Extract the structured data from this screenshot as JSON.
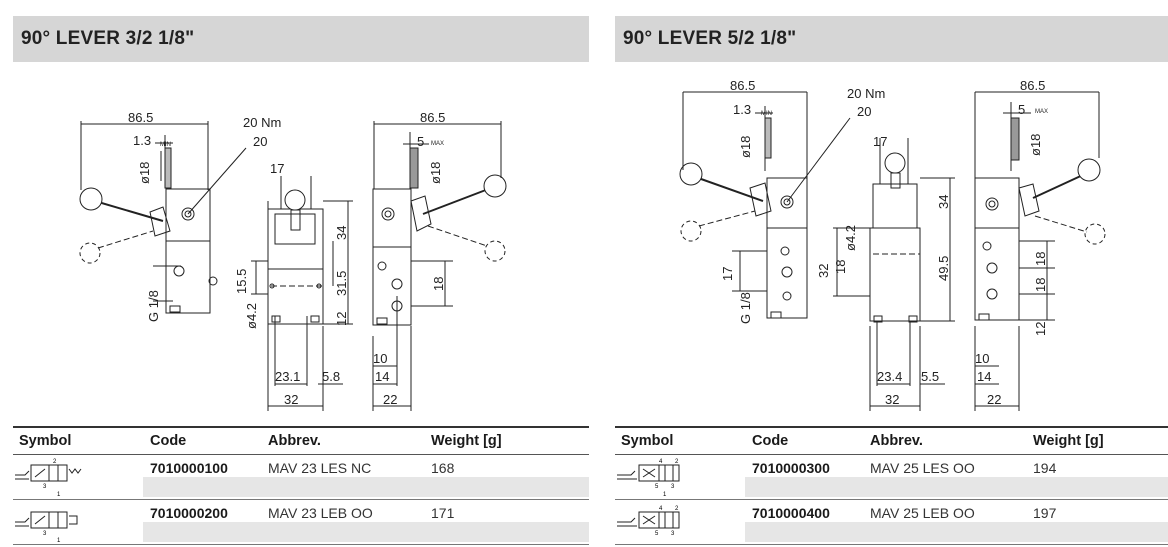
{
  "left": {
    "title": "90° LEVER 3/2 1/8\"",
    "dims": {
      "d86_5_a": "86.5",
      "d1_3": "1.3",
      "min": "MIN",
      "d18_dia": "ø18",
      "d20nm": "20 Nm",
      "d20": "20",
      "d17": "17",
      "d34": "34",
      "d15_5": "15.5",
      "d31_5": "31.5",
      "d12": "12",
      "d4_2": "ø4.2",
      "g18": "G 1/8",
      "d23_1": "23.1",
      "d5_8": "5.8",
      "d32": "32",
      "d86_5_b": "86.5",
      "d5": "5",
      "max": "MAX",
      "d18_dia_b": "ø18",
      "d18": "18",
      "d10": "10",
      "d14": "14",
      "d22": "22"
    },
    "table": {
      "headers": [
        "Symbol",
        "Code",
        "Abbrev.",
        "Weight [g]"
      ],
      "rows": [
        {
          "code": "7010000100",
          "abbrev": "MAV 23 LES NC",
          "weight": "168"
        },
        {
          "code": "7010000200",
          "abbrev": "MAV 23 LEB OO",
          "weight": "171"
        }
      ]
    }
  },
  "right": {
    "title": "90° LEVER 5/2 1/8\"",
    "dims": {
      "d86_5_a": "86.5",
      "d1_3": "1.3",
      "min": "MIN",
      "d18_dia": "ø18",
      "d20nm": "20 Nm",
      "d20": "20",
      "d17_top": "17",
      "d34": "34",
      "d4_2": "ø4.2",
      "d18_a": "18",
      "d32_v": "32",
      "d49_5": "49.5",
      "d17": "17",
      "g18": "G 1/8",
      "d23_4": "23.4",
      "d5_5": "5.5",
      "d32": "32",
      "d86_5_b": "86.5",
      "d5": "5",
      "max": "MAX",
      "d18_dia_b": "ø18",
      "d18_b": "18",
      "d18_c": "18",
      "d12": "12",
      "d10": "10",
      "d14": "14",
      "d22": "22"
    },
    "table": {
      "headers": [
        "Symbol",
        "Code",
        "Abbrev.",
        "Weight [g]"
      ],
      "rows": [
        {
          "code": "7010000300",
          "abbrev": "MAV 25 LES OO",
          "weight": "194"
        },
        {
          "code": "7010000400",
          "abbrev": "MAV 25 LEB OO",
          "weight": "197"
        }
      ]
    }
  },
  "symbol_labels": {
    "port_1": "1",
    "port_2": "2",
    "port_3": "3",
    "port_4": "4",
    "port_5": "5"
  }
}
